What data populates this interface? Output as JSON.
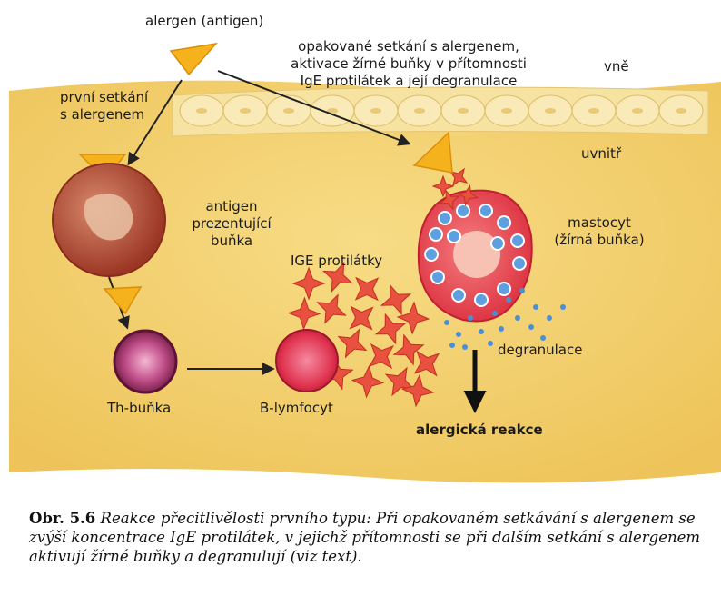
{
  "labels": {
    "allergen": "alergen (antigen)",
    "repeat_contact": [
      "opakované setkání s alergenem,",
      "aktivace žírné buňky v přítomnosti",
      "IgE protilátek a její degranulace"
    ],
    "outside": "vně",
    "first_contact": [
      "první setkání",
      "s alergenem"
    ],
    "inside": "uvnitř",
    "apc": [
      "antigen",
      "prezentující",
      "buňka"
    ],
    "mastocyte": [
      "mastocyt",
      "(žírná buňka)"
    ],
    "ige": "IGE protilátky",
    "th_cell": "Th-buňka",
    "b_cell": "B-lymfocyt",
    "degranulation": "degranulace",
    "reaction": "alergická reakce"
  },
  "caption": {
    "number": "Obr. 5.6",
    "text": "Reakce přecitlivělosti prvního typu: Při opakovaném setkávání s alergenem se zvýší koncentrace IgE protilátek, v jejichž přítomnosti se při dalším setkání s alergenem aktivují žírné buňky a degranulují (viz text)."
  },
  "colors": {
    "background": "#f2cf6a",
    "epithelium": "#f6e3a2",
    "allergen": "#f5b21c",
    "apc": "#b14a35",
    "th_cell": "#7a1f4a",
    "b_cell": "#e0334f",
    "antibody": "#e8503f",
    "mastocyte": "#e8404a",
    "granule": "#5e9fe0"
  }
}
